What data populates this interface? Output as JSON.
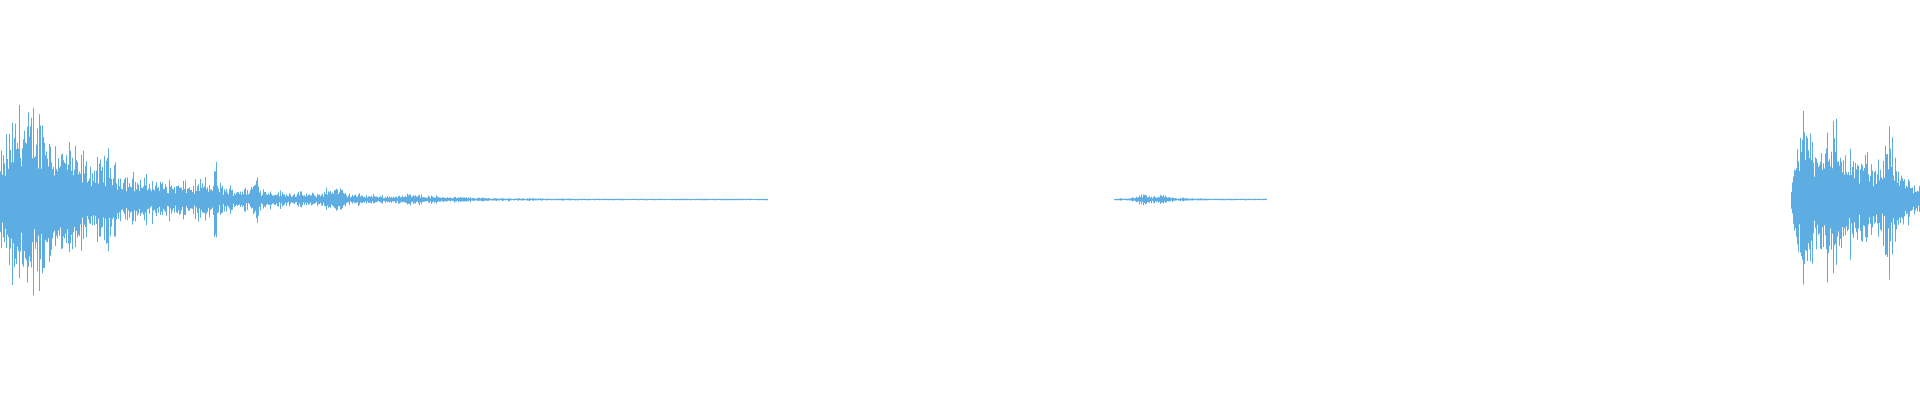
{
  "waveform": {
    "color": "#5dade2",
    "background": "#ffffff",
    "amplitude_envelope": [
      [
        0.0,
        0.42
      ],
      [
        0.003,
        0.55
      ],
      [
        0.006,
        0.74
      ],
      [
        0.009,
        0.9
      ],
      [
        0.011,
        1.0
      ],
      [
        0.014,
        0.8
      ],
      [
        0.018,
        0.88
      ],
      [
        0.022,
        0.95
      ],
      [
        0.026,
        0.7
      ],
      [
        0.03,
        0.62
      ],
      [
        0.035,
        0.55
      ],
      [
        0.04,
        0.45
      ],
      [
        0.046,
        0.4
      ],
      [
        0.052,
        0.36
      ],
      [
        0.056,
        0.48
      ],
      [
        0.06,
        0.32
      ],
      [
        0.066,
        0.26
      ],
      [
        0.072,
        0.22
      ],
      [
        0.08,
        0.2
      ],
      [
        0.09,
        0.18
      ],
      [
        0.1,
        0.16
      ],
      [
        0.106,
        0.2
      ],
      [
        0.11,
        0.14
      ],
      [
        0.112,
        0.4
      ],
      [
        0.114,
        0.15
      ],
      [
        0.12,
        0.12
      ],
      [
        0.13,
        0.11
      ],
      [
        0.134,
        0.28
      ],
      [
        0.136,
        0.12
      ],
      [
        0.145,
        0.08
      ],
      [
        0.155,
        0.07
      ],
      [
        0.165,
        0.06
      ],
      [
        0.172,
        0.12
      ],
      [
        0.176,
        0.14
      ],
      [
        0.18,
        0.06
      ],
      [
        0.19,
        0.05
      ],
      [
        0.2,
        0.04
      ],
      [
        0.21,
        0.04
      ],
      [
        0.216,
        0.08
      ],
      [
        0.22,
        0.04
      ],
      [
        0.235,
        0.03
      ],
      [
        0.25,
        0.02
      ],
      [
        0.26,
        0.015
      ],
      [
        0.275,
        0.012
      ],
      [
        0.29,
        0.01
      ],
      [
        0.3,
        0.008
      ],
      [
        0.31,
        0.005
      ],
      [
        0.34,
        0.003
      ],
      [
        0.37,
        0.002
      ],
      [
        0.4,
        0.0
      ],
      [
        0.58,
        0.0
      ],
      [
        0.582,
        0.01
      ],
      [
        0.59,
        0.018
      ],
      [
        0.596,
        0.06
      ],
      [
        0.6,
        0.03
      ],
      [
        0.605,
        0.04
      ],
      [
        0.612,
        0.02
      ],
      [
        0.62,
        0.012
      ],
      [
        0.63,
        0.008
      ],
      [
        0.64,
        0.005
      ],
      [
        0.65,
        0.002
      ],
      [
        0.656,
        0.003
      ],
      [
        0.66,
        0.0
      ],
      [
        0.933,
        0.0
      ],
      [
        0.935,
        0.55
      ],
      [
        0.938,
        0.7
      ],
      [
        0.941,
        0.95
      ],
      [
        0.944,
        0.65
      ],
      [
        0.948,
        0.58
      ],
      [
        0.952,
        0.8
      ],
      [
        0.956,
        0.7
      ],
      [
        0.96,
        0.55
      ],
      [
        0.964,
        0.5
      ],
      [
        0.968,
        0.42
      ],
      [
        0.972,
        0.48
      ],
      [
        0.976,
        0.38
      ],
      [
        0.98,
        0.32
      ],
      [
        0.984,
        0.88
      ],
      [
        0.988,
        0.4
      ],
      [
        0.992,
        0.25
      ],
      [
        0.996,
        0.2
      ],
      [
        1.0,
        0.14
      ]
    ]
  }
}
